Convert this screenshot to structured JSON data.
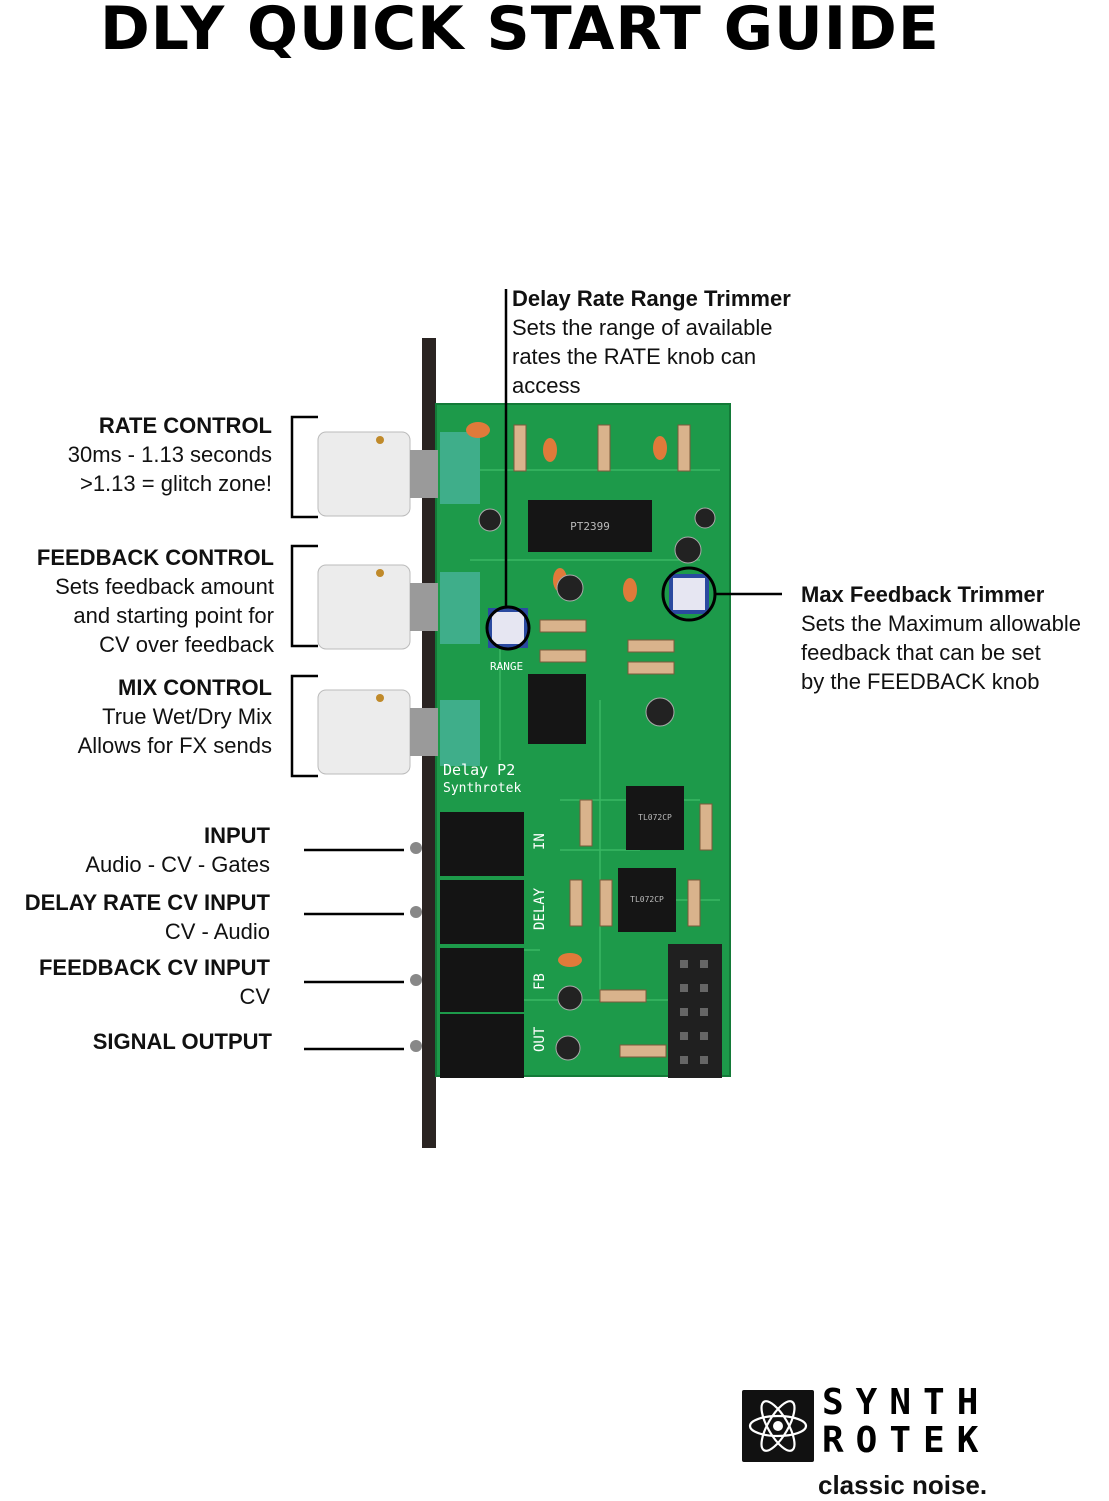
{
  "title": "DLY QUICK START GUIDE",
  "left_labels": [
    {
      "heading": "RATE CONTROL",
      "lines": [
        "30ms - 1.13 seconds",
        ">1.13 = glitch zone!"
      ]
    },
    {
      "heading": "FEEDBACK CONTROL",
      "lines": [
        "Sets feedback amount",
        "and starting point for",
        "CV over feedback"
      ]
    },
    {
      "heading": "MIX CONTROL",
      "lines": [
        "True Wet/Dry Mix",
        "Allows for FX sends"
      ]
    },
    {
      "heading": "INPUT",
      "lines": [
        "Audio - CV - Gates"
      ]
    },
    {
      "heading": "DELAY RATE CV INPUT",
      "lines": [
        "CV - Audio"
      ]
    },
    {
      "heading": "FEEDBACK CV INPUT",
      "lines": [
        "CV"
      ]
    },
    {
      "heading": "SIGNAL OUTPUT",
      "lines": []
    }
  ],
  "right_labels": [
    {
      "heading": "Delay Rate Range Trimmer",
      "lines": [
        "Sets the range of available",
        "rates the RATE knob can",
        "access"
      ]
    },
    {
      "heading": "Max Feedback Trimmer",
      "lines": [
        "Sets the Maximum allowable",
        "feedback that can be set",
        "by the FEEDBACK knob"
      ]
    }
  ],
  "board": {
    "silk_name": "Delay P2",
    "silk_brand": "Synthrotek",
    "silk_range": "RANGE",
    "jack_labels": [
      "IN",
      "DELAY",
      "FB",
      "OUT"
    ],
    "chip_u1": "PT2399",
    "chip_u3": "TL072CP",
    "chip_u4": "TL072CP"
  },
  "logo": {
    "line1": "SYNTH",
    "line2": "ROTEK",
    "tagline": "classic noise."
  }
}
